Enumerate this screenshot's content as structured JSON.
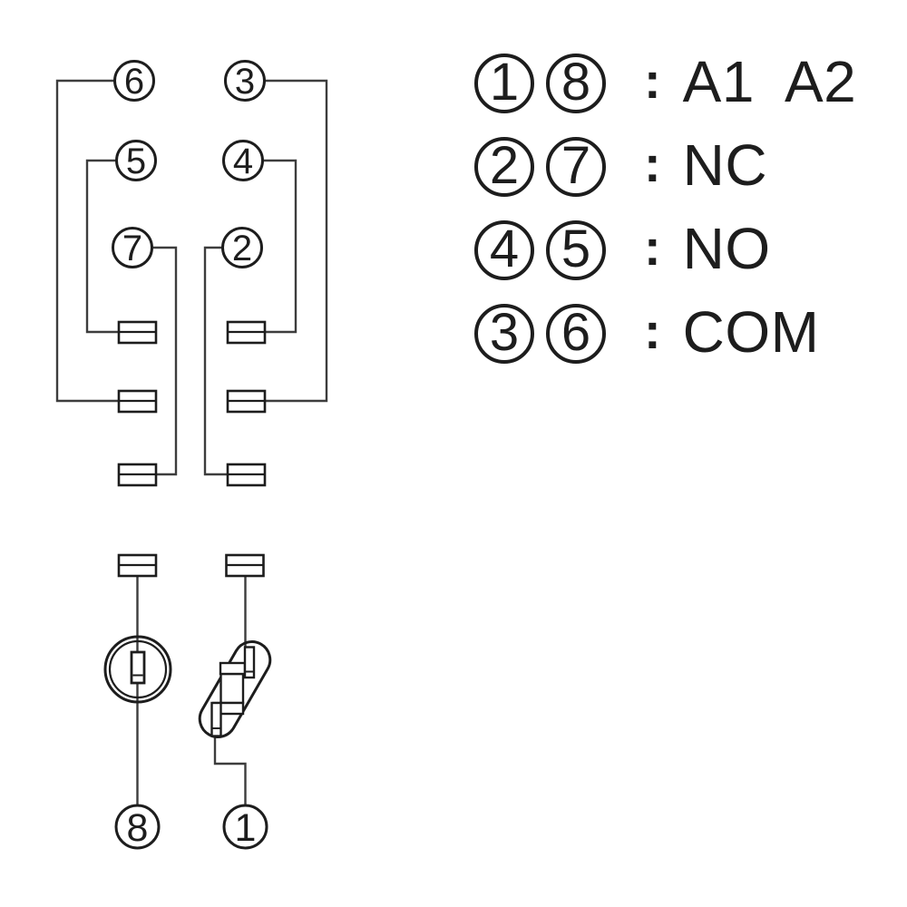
{
  "diagram": {
    "pins": {
      "p1": "1",
      "p2": "2",
      "p3": "3",
      "p4": "4",
      "p5": "5",
      "p6": "6",
      "p7": "7",
      "p8": "8"
    }
  },
  "legend": {
    "separator": ":",
    "rows": [
      {
        "pin_a": "1",
        "pin_b": "8",
        "label": "A1  A2"
      },
      {
        "pin_a": "2",
        "pin_b": "7",
        "label": "NC"
      },
      {
        "pin_a": "4",
        "pin_b": "5",
        "label": "NO"
      },
      {
        "pin_a": "3",
        "pin_b": "6",
        "label": "COM"
      }
    ]
  },
  "colors": {
    "ink": "#1d1d1d",
    "wire": "#3d3d3d",
    "background": "#ffffff"
  }
}
